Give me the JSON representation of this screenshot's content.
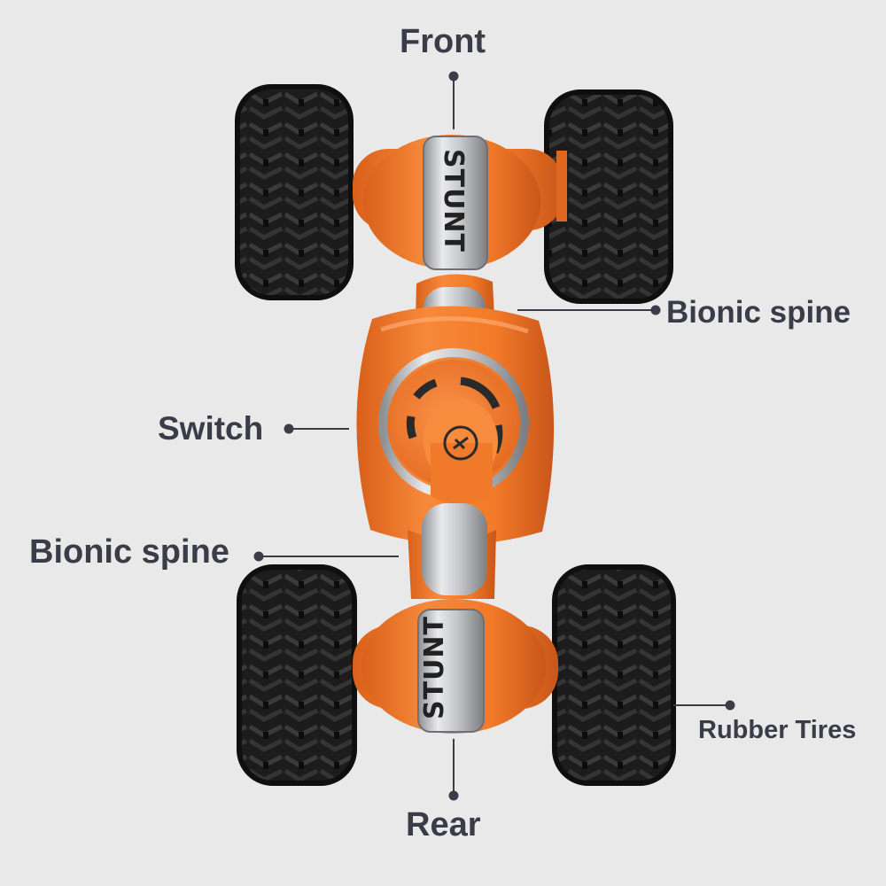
{
  "labels": {
    "front": "Front",
    "bionic_spine_right": "Bionic spine",
    "switch": "Switch",
    "bionic_spine_left": "Bionic spine",
    "rubber_tires": "Rubber Tires",
    "rear": "Rear"
  },
  "car": {
    "front_axle_text": "STUNT",
    "rear_axle_text": "STUNT"
  },
  "colors": {
    "background": "#e9e9e9",
    "body_orange": "#f07a2a",
    "silver": "#c9cacc",
    "tire": "#1d1d1d",
    "label_text": "#3a3d48"
  }
}
